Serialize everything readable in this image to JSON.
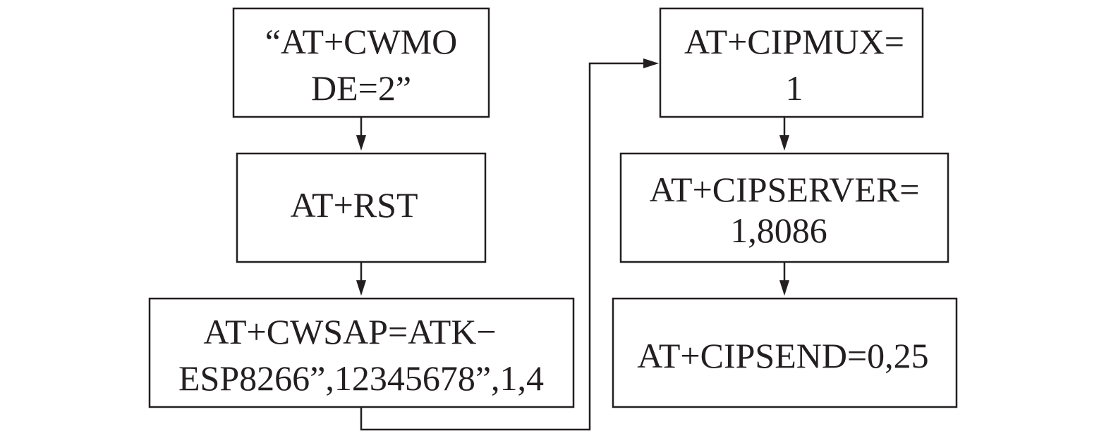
{
  "flowchart": {
    "steps": [
      {
        "id": "step-1",
        "lines": [
          "“AT+CWMO",
          "DE=2”"
        ]
      },
      {
        "id": "step-2",
        "lines": [
          "AT+RST"
        ]
      },
      {
        "id": "step-3",
        "lines": [
          "AT+CWSAP=ATK−",
          "ESP8266”,12345678”,1,4"
        ]
      },
      {
        "id": "step-4",
        "lines": [
          "AT+CIPMUX=",
          "1"
        ]
      },
      {
        "id": "step-5",
        "lines": [
          "AT+CIPSERVER=",
          "1,8086"
        ]
      },
      {
        "id": "step-6",
        "lines": [
          "AT+CIPSEND=0,25"
        ]
      }
    ],
    "edges": [
      {
        "from": "step-1",
        "to": "step-2"
      },
      {
        "from": "step-2",
        "to": "step-3"
      },
      {
        "from": "step-3",
        "to": "step-4"
      },
      {
        "from": "step-4",
        "to": "step-5"
      },
      {
        "from": "step-5",
        "to": "step-6"
      }
    ]
  }
}
